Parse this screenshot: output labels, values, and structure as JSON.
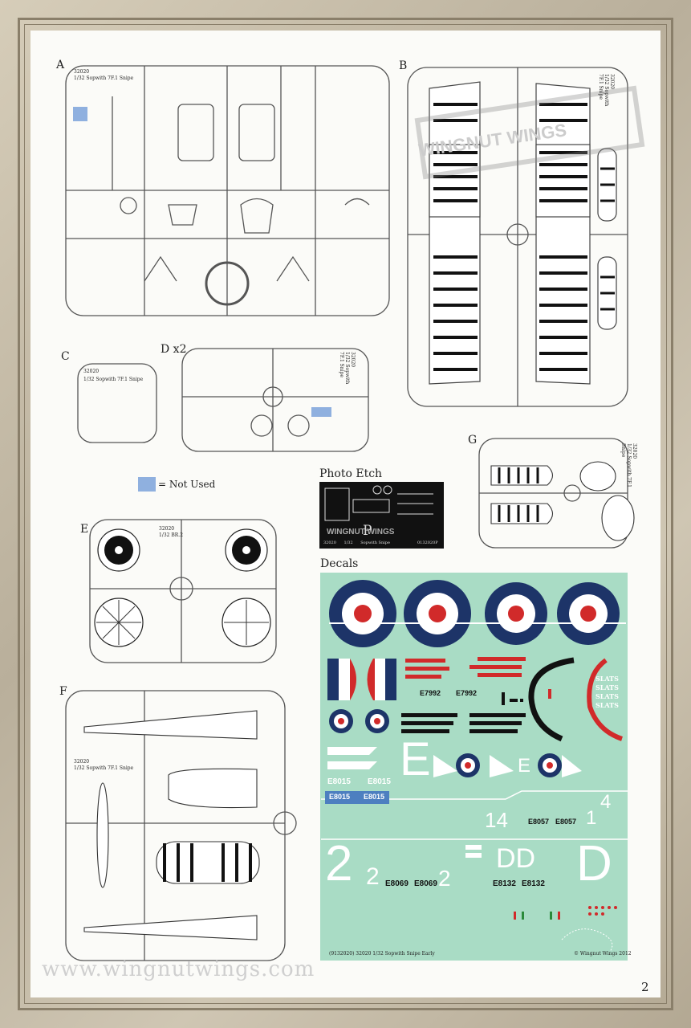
{
  "page_number": "2",
  "website": "www.wingnutwings.com",
  "legend": {
    "text": "= Not Used",
    "color": "#8fb0df"
  },
  "sprues": {
    "A": {
      "label": "A",
      "code": "32020",
      "name": "1/32  Sopwith 7F.1 Snipe"
    },
    "B": {
      "label": "B",
      "code": "32020",
      "name": "1/32 Sopwith 7F.1 Snipe",
      "logo": "WINGNUT WINGS"
    },
    "C": {
      "label": "C",
      "code": "32020",
      "name": "1/32  Sopwith 7F.1 Snipe"
    },
    "D": {
      "label": "D x2",
      "code": "32020",
      "name": "1/32 Sopwith 7F.1 Snipe"
    },
    "E": {
      "label": "E",
      "code": "32020",
      "name": "1/32  BR.2"
    },
    "F": {
      "label": "F",
      "code": "32020",
      "name": "1/32  Sopwith 7F.1 Snipe"
    },
    "G": {
      "label": "G",
      "code": "32020",
      "name": "1/32 Sopwith 7F.1 Snipe"
    }
  },
  "photo_etch": {
    "title": "Photo Etch",
    "letter": "P",
    "footer": "32020      1/32      Sopwith Snipe",
    "code": "0132020P",
    "logo": "WINGNUT WINGS"
  },
  "decals": {
    "title": "Decals",
    "footer_left": "(9132020)   32020   1/32   Sopwith Snipe Early",
    "footer_right": "© Wingnut Wings 2012",
    "serials": [
      "E7992",
      "E7992",
      "E8015",
      "E8015",
      "E8015",
      "E8015",
      "E8057",
      "E8057",
      "E8069",
      "E8069",
      "E8132",
      "E8132"
    ],
    "big_letters": [
      "E",
      "2",
      "2",
      "2",
      "DD",
      "D",
      "14",
      "1",
      "4",
      "E"
    ],
    "slats": [
      "SLATS",
      "SLATS",
      "SLATS",
      "SLATS"
    ],
    "colors": {
      "sheet": "#a9dcc5",
      "roundel_blue": "#1d3468",
      "roundel_red": "#d12a2a",
      "white": "#ffffff"
    }
  }
}
